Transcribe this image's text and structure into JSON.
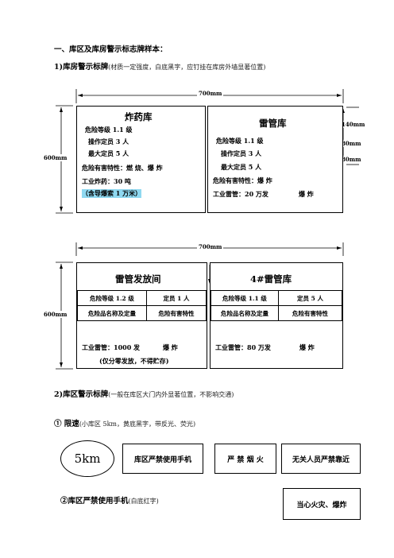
{
  "heading": "一、库区及库房警示标志牌样本：",
  "section1": {
    "title": "1)库房警示标牌",
    "note": "(材质一定强度，白底黑字，应钉挂在库房外墙显著位置)"
  },
  "dims": {
    "width1": "700mm",
    "height1": "600mm",
    "right_top": "140mm",
    "right_mid": "80mm",
    "right_bot": "80mm",
    "width2": "700mm",
    "height2": "600mm"
  },
  "sign_a": {
    "title": "炸药库",
    "lines": [
      "危险等级 1.1 级",
      "操作定员  3  人",
      "最大定员  5  人",
      "危险有害特性：燃  烧、爆  炸",
      "工业炸药：30 吨"
    ],
    "highlight": "（含导爆索 1 万米）"
  },
  "sign_b": {
    "title": "雷管库",
    "lines": [
      "危险等级 1.1 级",
      "操作定员  3  人",
      "最大定员  5  人",
      "危险有害特性：爆  炸",
      "工业雷管：20 万发"
    ],
    "last_right": "爆  炸"
  },
  "sign_c": {
    "title": "雷管发放间",
    "row1": [
      "危险等级 1.2 级",
      "定员  1  人"
    ],
    "row2": [
      "危险品名称及定量",
      "危险有害特性"
    ],
    "line1_left": "工业雷管：1000 发",
    "line1_right": "爆  炸",
    "line2": "(仅分零发放，不得贮存)"
  },
  "sign_d": {
    "title": "4#雷管库",
    "row1": [
      "危险等级 1.1 级",
      "定员  5  人"
    ],
    "row2": [
      "危险品名称及定量",
      "危险有害特性"
    ],
    "line1_left": "工业雷管：80 万发",
    "line1_right": "爆  炸"
  },
  "section2": {
    "title": "2)库区警示标牌",
    "note": "(一般在库区大门内外显著位置，不影响交通)"
  },
  "sub1": {
    "title": "①  限速",
    "note": "(小库区 5km，黄底黑字，带反光、荧光)"
  },
  "signs_row": {
    "speed": "5km",
    "s1": "库区严禁使用手机",
    "s2": "严  禁  烟  火",
    "s3": "无关人员严禁靠近"
  },
  "sub2": {
    "title": "②库区严禁使用手机",
    "note": "(白底红字)"
  },
  "sign_last": "当心火灾、爆炸"
}
